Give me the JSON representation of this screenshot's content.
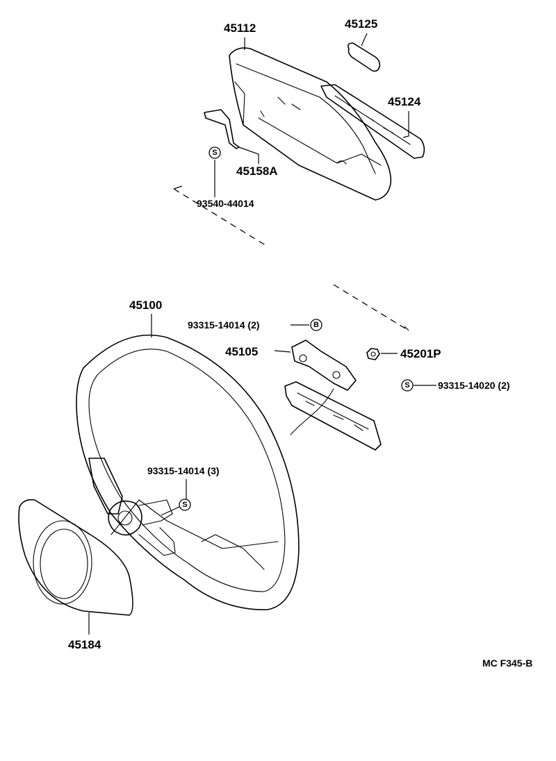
{
  "labels": {
    "p45112": "45112",
    "p45125": "45125",
    "p45124": "45124",
    "p45158a": "45158A",
    "p93540": "93540-44014",
    "p45100": "45100",
    "p93315_b": "93315-14014 (2)",
    "p45105": "45105",
    "p45201p": "45201P",
    "p93315_14020": "93315-14020 (2)",
    "p93315_3": "93315-14014 (3)",
    "p45184": "45184",
    "figure_code": "MC F345-B"
  },
  "symbols": {
    "s_93540": "S",
    "b_93315": "B",
    "s_93315_14020": "S",
    "s_93315_3": "S"
  }
}
